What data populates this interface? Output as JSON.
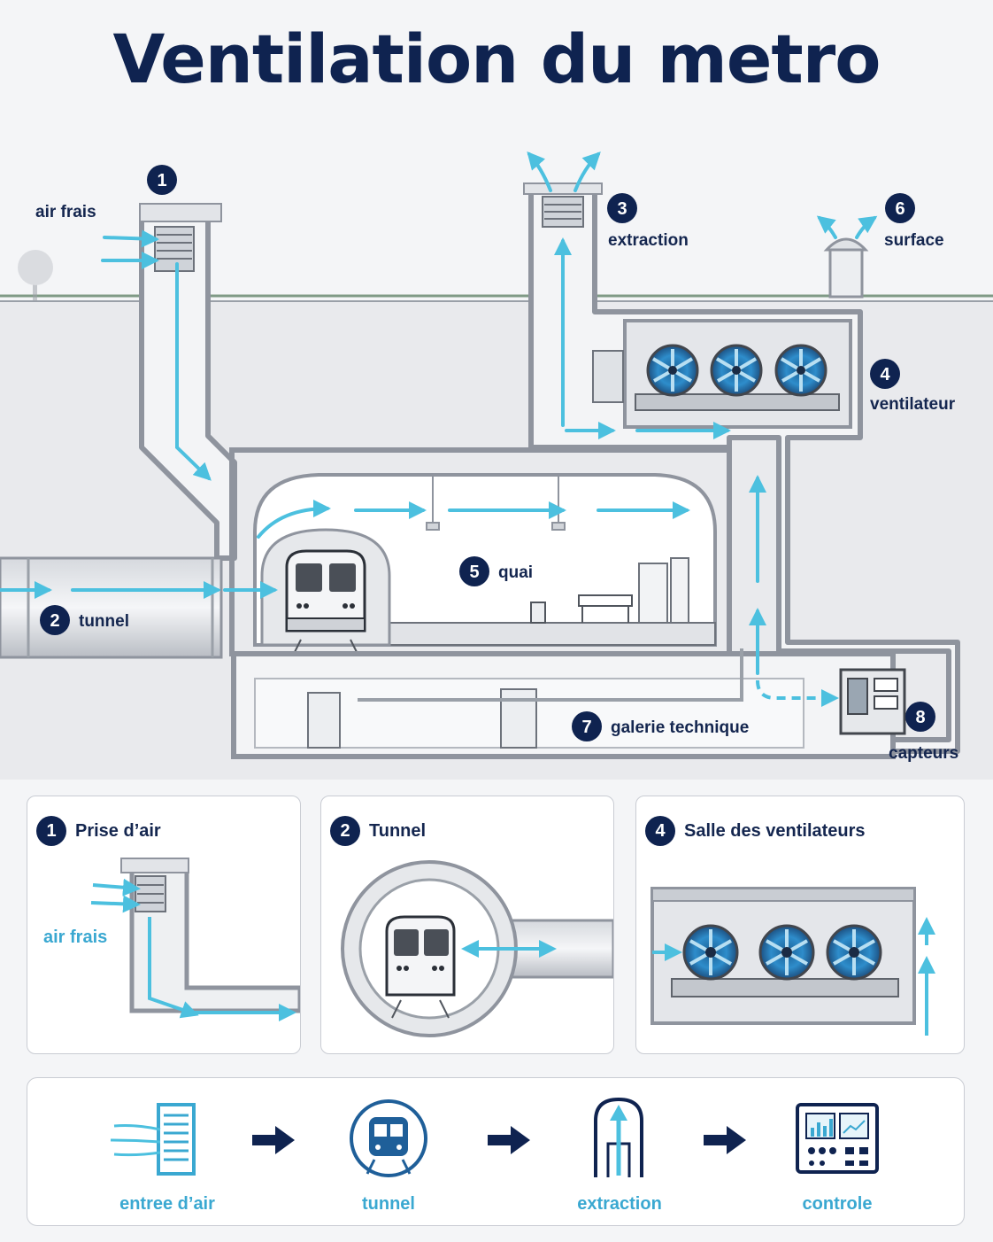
{
  "title": "Ventilation du metro",
  "main_diagram": {
    "labels": {
      "air_frais": "air frais",
      "tunnel": "tunnel",
      "extraction": "extraction",
      "ventilateur": "ventilateur",
      "quai": "quai",
      "surface": "surface",
      "galerie": "galerie technique",
      "capteurs": "capteurs"
    },
    "markers": {
      "m1": "1",
      "m2": "2",
      "m3": "3",
      "m4": "4",
      "m5": "5",
      "m6": "6",
      "m7": "7",
      "m8": "8"
    }
  },
  "details": [
    {
      "number": "1",
      "title": "Prise d’air",
      "sublabel": "air frais"
    },
    {
      "number": "2",
      "title": "Tunnel"
    },
    {
      "number": "4",
      "title": "Salle des ventilateurs"
    }
  ],
  "process": [
    {
      "label": "entree d’air",
      "icon": "air-intake-grille-icon"
    },
    {
      "label": "tunnel",
      "icon": "metro-train-icon"
    },
    {
      "label": "extraction",
      "icon": "extraction-shaft-icon"
    },
    {
      "label": "controle",
      "icon": "control-panel-icon"
    }
  ],
  "colors": {
    "navy": "#0f2350",
    "air_flow": "#4cc0df",
    "fan_blue": "#2a86c4",
    "structure": "#8f949e"
  }
}
